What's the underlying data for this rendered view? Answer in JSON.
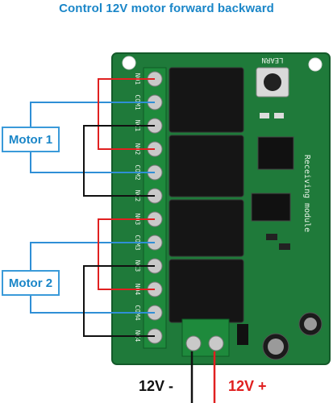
{
  "title": "Control 12V motor forward backward",
  "motors": [
    {
      "label": "Motor 1"
    },
    {
      "label": "Motor 2"
    }
  ],
  "power": {
    "negative_label": "12V -",
    "positive_label": "12V +"
  },
  "board": {
    "learn_label": "LEARN",
    "module_label": "Receiving module",
    "terminal_labels": [
      "NO1",
      "COM1",
      "NC1",
      "NO2",
      "COM2",
      "NC2",
      "NO3",
      "COM3",
      "NC3",
      "NO4",
      "COM4",
      "NC4"
    ]
  },
  "colors": {
    "title": "#1a86c8",
    "wire_blue": "#2f8fd6",
    "wire_red": "#e02020",
    "wire_black": "#111111",
    "board_green": "#1f7a3a"
  }
}
